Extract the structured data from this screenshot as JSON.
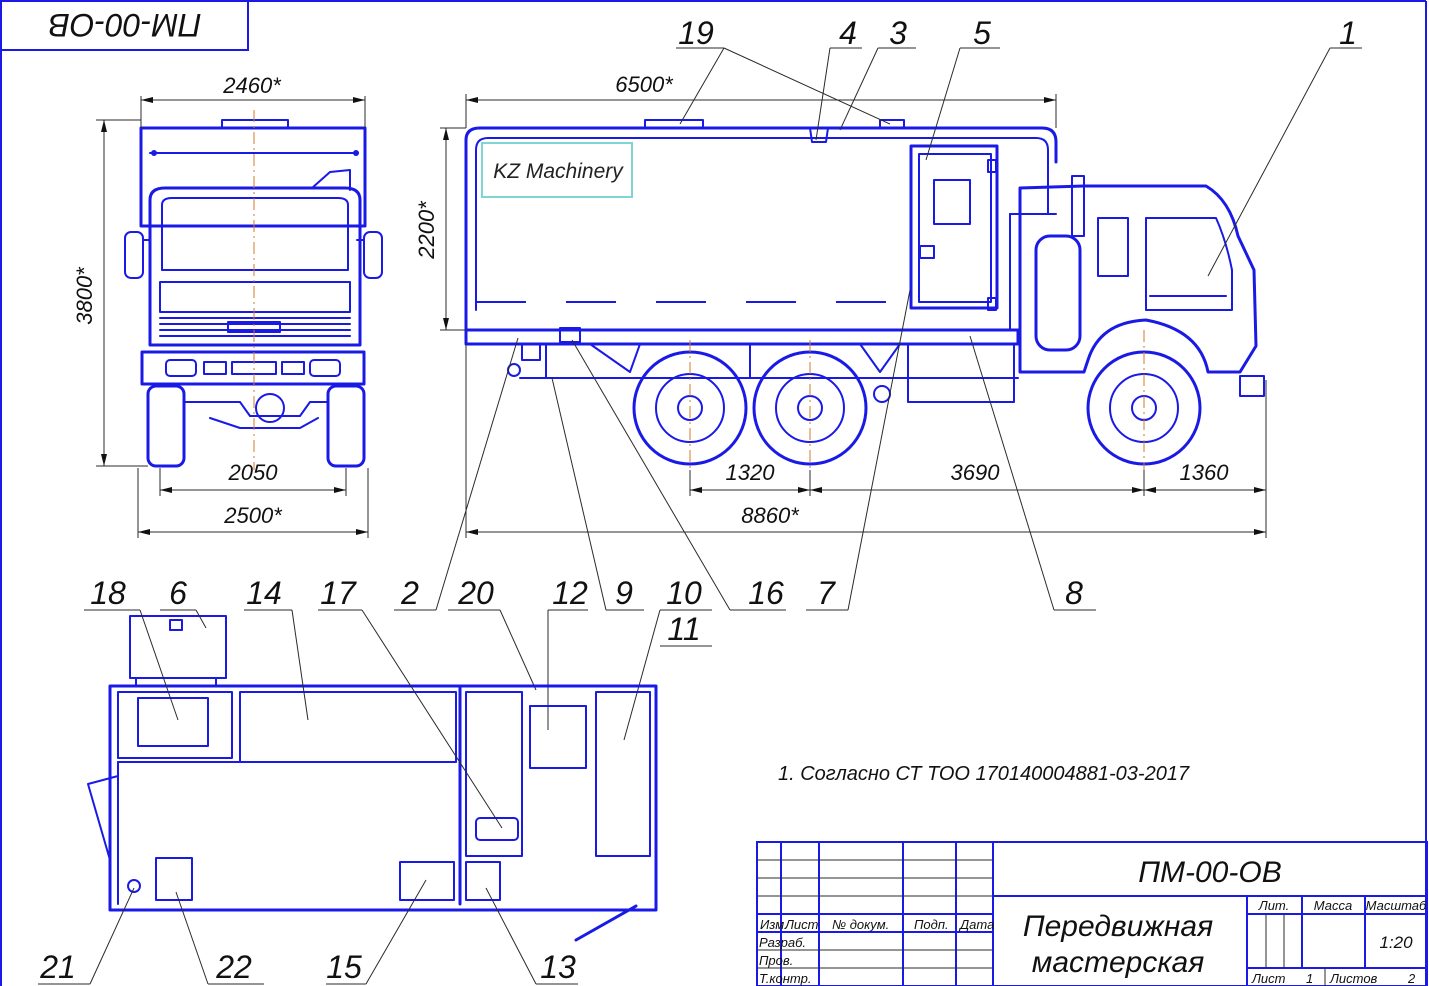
{
  "drawing_code": "ПМ-00-ОВ",
  "brand_label": "KZ Machinery",
  "front_view_dims": {
    "top_width": "2460*",
    "height": "3800*",
    "track": "2050",
    "overall_width": "2500*"
  },
  "side_view_dims": {
    "box_length": "6500*",
    "box_height": "2200*",
    "wheelbase_rear": "1320",
    "wheelbase_main": "3690",
    "front_overhang": "1360",
    "overall_length": "8860*"
  },
  "callouts_top": [
    "19",
    "4",
    "3",
    "5",
    "1"
  ],
  "callouts_middle": [
    "2",
    "20",
    "12",
    "9",
    "10",
    "11",
    "16",
    "7",
    "8"
  ],
  "callouts_plan_top": [
    "18",
    "6",
    "14",
    "17"
  ],
  "callouts_bottom": [
    "21",
    "22",
    "15",
    "13"
  ],
  "note": "1. Согласно СТ ТОО 170140004881-03-2017",
  "title_block": {
    "code": "ПМ-00-ОВ",
    "name_line1": "Передвижная",
    "name_line2": "мастерская",
    "col_izm": "Изм.",
    "col_list": "Лист",
    "col_dokum": "№ докум.",
    "col_podp": "Подп.",
    "col_data": "Дата",
    "row_razrab": "Разраб.",
    "row_prov": "Пров.",
    "row_tkontr": "Т.контр.",
    "lit": "Лит.",
    "massa": "Масса",
    "masshtab": "Масштаб",
    "scale": "1:20",
    "sheet_label": "Лист",
    "sheet_num": "1",
    "sheets_label": "Листов",
    "sheets_total": "2"
  },
  "colors": {
    "line": "#1a1ae6",
    "text": "#111111",
    "center": "#d07b2a",
    "brand_box": "#7fd4d4"
  }
}
